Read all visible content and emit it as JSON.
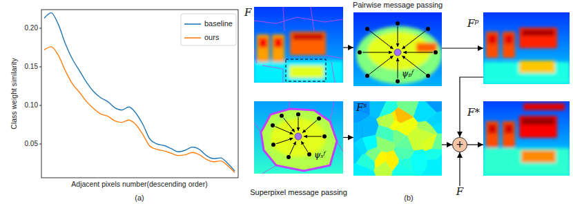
{
  "diagram": {
    "nodes": [
      {
        "text": [
          "F"
        ]
      },
      {
        "text": [
          "Pairwise message passing"
        ]
      },
      {
        "text": [
          "Fᵖ"
        ]
      },
      {
        "text": [
          "Superpixel message passing"
        ]
      },
      {
        "text": [
          "Fˢ"
        ]
      },
      {
        "text": [
          "+"
        ]
      },
      {
        "text": [
          "F"
        ]
      },
      {
        "text": [
          "F*"
        ]
      }
    ],
    "edges": [
      {
        "from": 0,
        "to": 1,
        "arrow": "to"
      },
      {
        "from": 1,
        "to": 2,
        "arrow": "to"
      },
      {
        "from": 3,
        "to": 4,
        "arrow": "to"
      },
      {
        "from": 2,
        "to": 5,
        "arrow": "to"
      },
      {
        "from": 4,
        "to": 5,
        "arrow": "to"
      },
      {
        "from": 6,
        "to": 5,
        "arrow": "to"
      },
      {
        "from": 5,
        "to": 7,
        "arrow": "to"
      }
    ],
    "labels": [
      "0.20",
      "0.15",
      "0.10",
      "0.05",
      "Class weight similarity",
      "Adjacent pixels number(descending order)",
      "(a)",
      "ψₚᶠ",
      "ψₛᶠ",
      "(b)"
    ],
    "legend": [
      {
        "text": "baseline"
      },
      {
        "text": "ours"
      }
    ]
  }
}
